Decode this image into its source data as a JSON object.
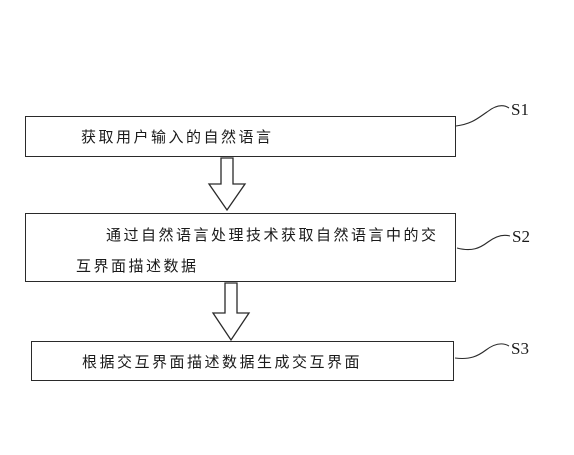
{
  "steps": [
    {
      "id": "S1",
      "text": "获取用户输入的自然语言"
    },
    {
      "id": "S2",
      "text": "通过自然语言处理技术获取自然语言中的交互界面描述数据"
    },
    {
      "id": "S3",
      "text": "根据交互界面描述数据生成交互界面"
    }
  ],
  "colors": {
    "line": "#2a2a2a",
    "background": "#ffffff",
    "text": "#1a1a1a"
  }
}
